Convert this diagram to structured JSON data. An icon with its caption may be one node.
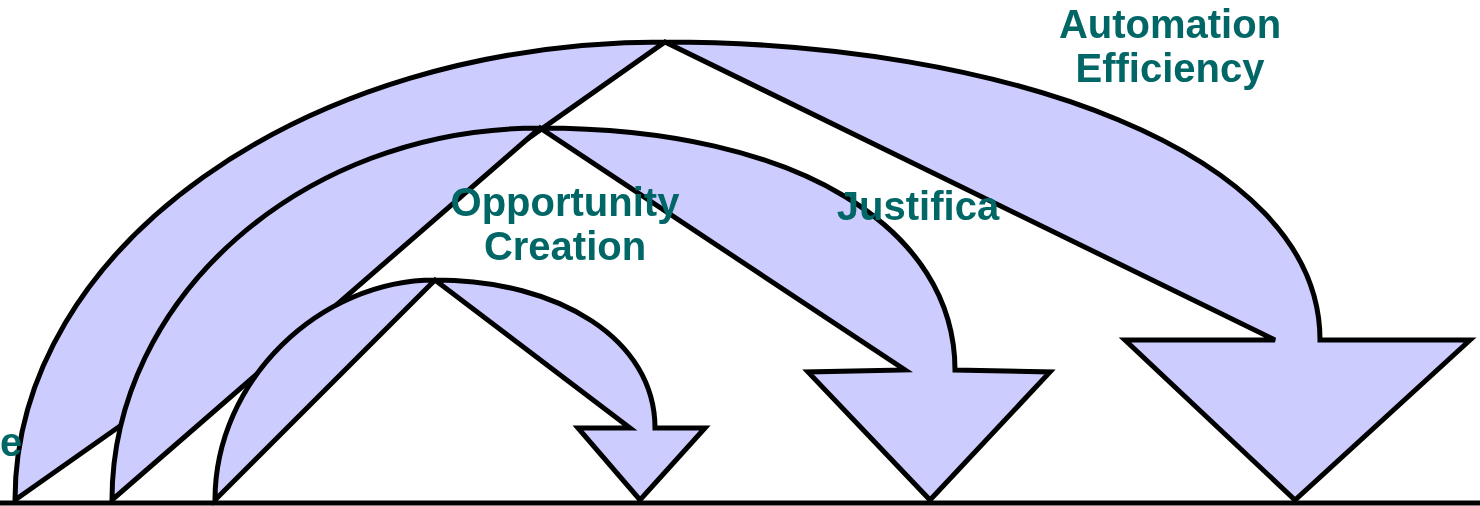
{
  "diagram": {
    "labels": [
      "Automation Efficiency",
      "Opportunity Creation",
      "Justifica",
      "e"
    ]
  }
}
